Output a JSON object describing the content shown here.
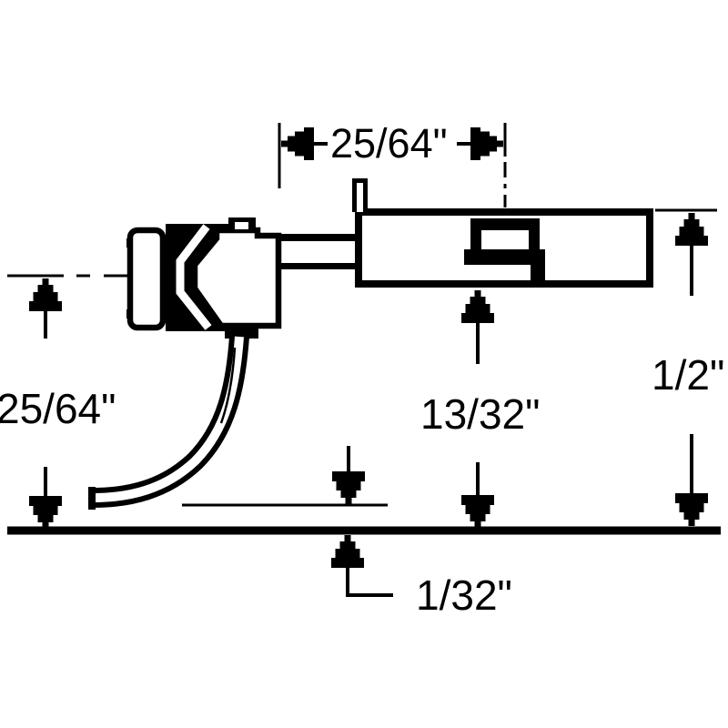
{
  "diagram": {
    "type": "technical-drawing",
    "subject": "Model railroad coupler height diagram with dimensions above rail",
    "labels": {
      "top_offset": "25/64\"",
      "centerline_height": "25/64\"",
      "box_bottom_height": "13/32\"",
      "box_top_height": "1/2\"",
      "trip_pin_clearance": "1/32\""
    },
    "colors": {
      "ink": "#000000",
      "background": "#ffffff"
    }
  }
}
